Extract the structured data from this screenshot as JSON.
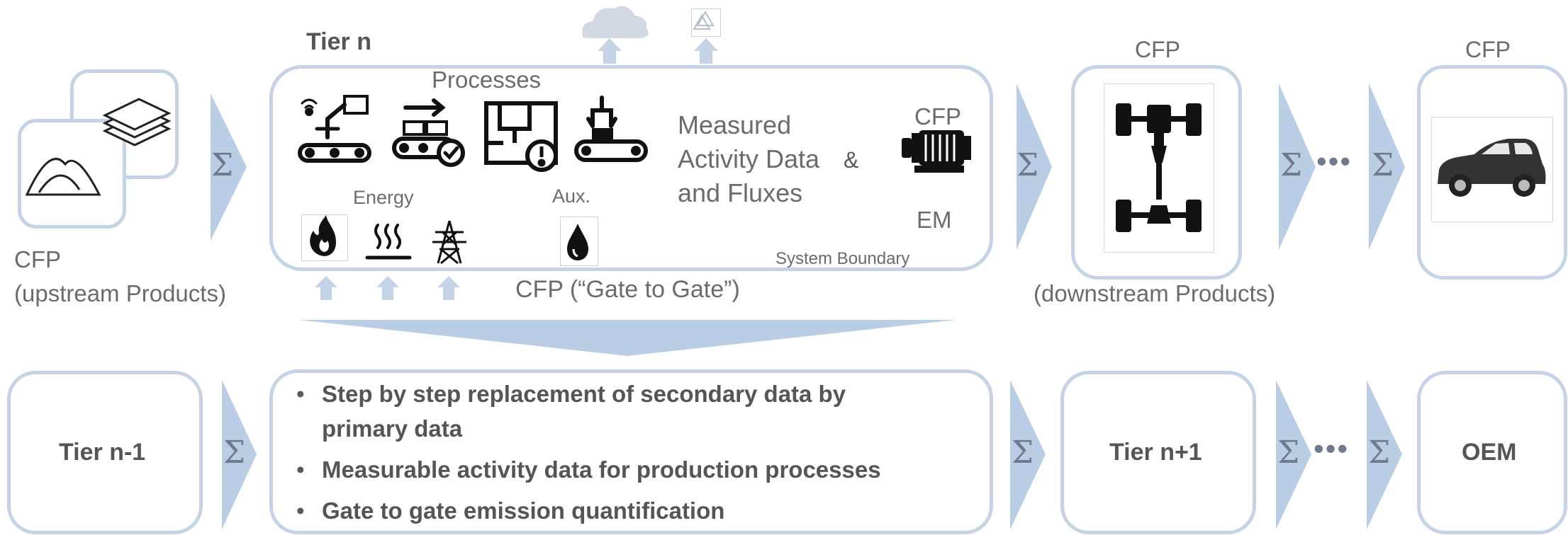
{
  "top": {
    "tier_title": "Tier n",
    "processes_label": "Processes",
    "energy_label": "Energy",
    "aux_label": "Aux.",
    "measured_line1": "Measured",
    "measured_line2": "Activity Data",
    "measured_line3": "and Fluxes",
    "ampersand": "&",
    "cfp_em_top": "CFP",
    "cfp_em_bottom": "EM",
    "system_boundary": "System Boundary",
    "gate_to_gate": "CFP (“Gate to Gate”)",
    "upstream_line1": "CFP",
    "upstream_line2": "(upstream Products)",
    "downstream_cfp": "CFP",
    "downstream_label": "(downstream Products)",
    "final_cfp": "CFP"
  },
  "bottom": {
    "tier_prev": "Tier n-1",
    "tier_next": "Tier n+1",
    "oem": "OEM",
    "bullets": [
      {
        "line1": "Step by step replacement of secondary data by",
        "line2": "primary data"
      },
      {
        "line1": "Measurable activity data for production processes"
      },
      {
        "line1": "Gate to gate emission quantification"
      }
    ]
  },
  "symbols": {
    "sum": "Σ",
    "ellipsis": "•••"
  },
  "icons": [
    "raw-material-icon",
    "sheets-icon",
    "cloud-icon",
    "recycle-icon",
    "robot-arm-conveyor-icon",
    "conveyor-arrow-check-icon",
    "machine-alert-icon",
    "gripper-conveyor-icon",
    "flame-icon",
    "heat-icon",
    "power-tower-icon",
    "oil-drop-icon",
    "electric-motor-icon",
    "drivetrain-icon",
    "car-icon"
  ],
  "colors": {
    "accent_light": "#c5d3e6",
    "arrow_fill": "#b9cde4",
    "text": "#595959"
  }
}
